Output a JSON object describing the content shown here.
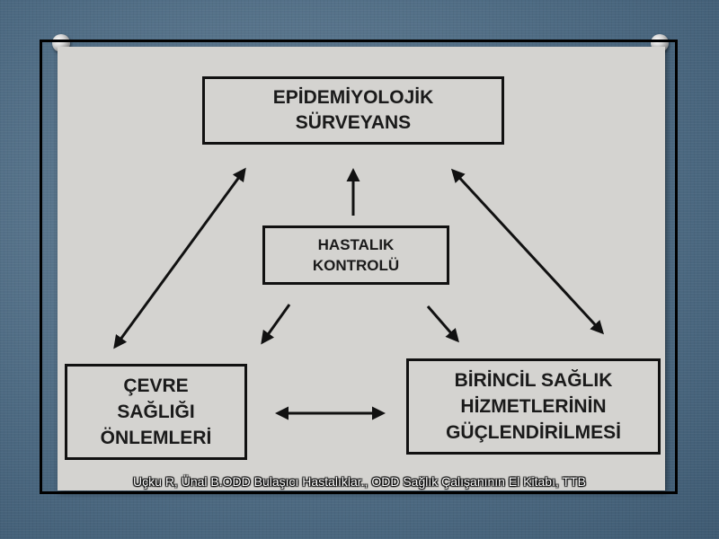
{
  "diagram": {
    "surveillance_box": "EPİDEMİYOLOJİK\nSÜRVEYANS",
    "control_box": "HASTALIK\nKONTROLÜ",
    "environment_box": "ÇEVRE\nSAĞLIĞI\nÖNLEMLERİ",
    "primary_care_box": "BİRİNCİL SAĞLIK\nHİZMETLERİNİN\nGÜÇLENDİRİLMESİ"
  },
  "citation": "Uçku R, Ünal B.ODD Bulaşıcı Hastalıklar., ODD Sağlık Çalışanının El Kitabı, TTB",
  "colors": {
    "background": "#4f6b82",
    "paper": "#d4d3d0",
    "stroke": "#111111"
  }
}
